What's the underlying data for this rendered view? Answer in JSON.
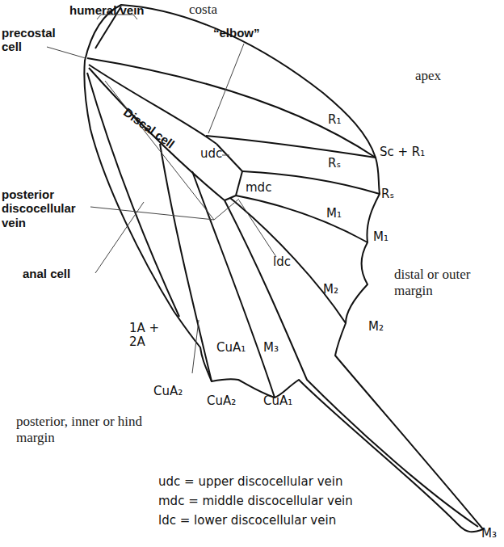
{
  "diagram": {
    "labels": [
      "humeral vein",
      "costa",
      "precostal cell",
      "“elbow”",
      "apex",
      "Discal cell",
      "udc",
      "R₁",
      "Sc + R₁",
      "posterior discocellular vein",
      "mdc",
      "Rₛ",
      "Rₛ",
      "M₁",
      "M₁",
      "anal cell",
      "ldc",
      "distal or outer margin",
      "M₂",
      "M₂",
      "1A + 2A",
      "CuA₁",
      "M₃",
      "CuA₂",
      "CuA₂",
      "CuA₁",
      "posterior, inner or hind margin",
      "M₃",
      "udc = upper discocellular vein",
      "mdc = middle discocellular vein",
      "ldc = lower discocellular vein"
    ]
  }
}
